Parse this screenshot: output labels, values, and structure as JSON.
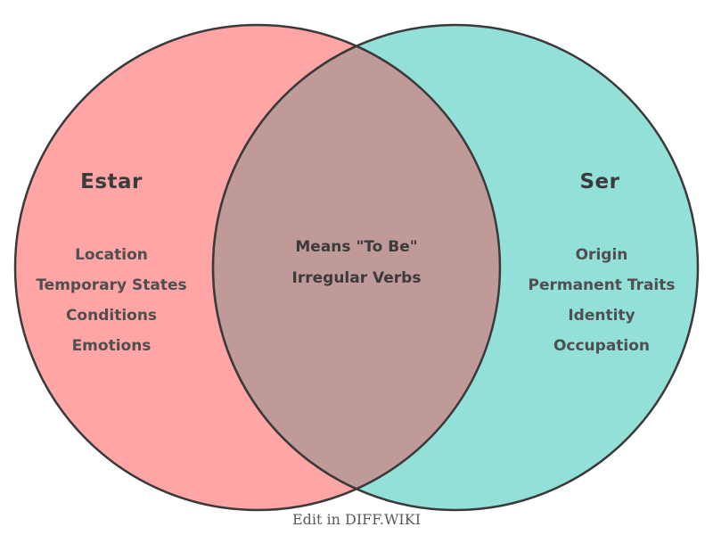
{
  "venn": {
    "type": "venn-diagram",
    "outline_color": "#3a3a3a",
    "title_text_color": "#3b3b3b",
    "item_text_color": "#4f4f4f",
    "left": {
      "title": "Estar",
      "color": "#ffa5a5",
      "items": [
        "Location",
        "Temporary States",
        "Conditions",
        "Emotions"
      ]
    },
    "right": {
      "title": "Ser",
      "color": "#93e0d8",
      "items": [
        "Origin",
        "Permanent Traits",
        "Identity",
        "Occupation"
      ]
    },
    "overlap": {
      "color": "#bf9a99",
      "items": [
        "Means \"To Be\"",
        "Irregular Verbs"
      ]
    },
    "footer": {
      "credit": "Edit in DIFF.WIKI"
    }
  }
}
